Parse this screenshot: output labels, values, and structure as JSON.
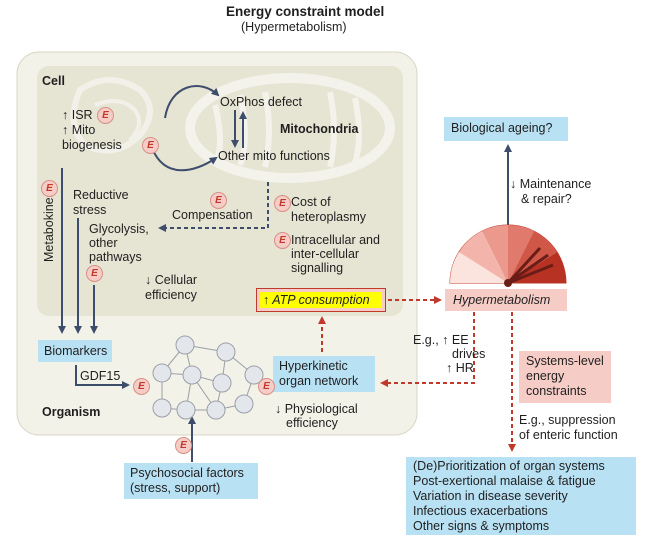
{
  "header": {
    "title": "Energy constraint model",
    "subtitle": "(Hypermetabolism)"
  },
  "badge_letter": "E",
  "cell": {
    "label": "Cell",
    "isr": "↑ ISR",
    "mito_biogenesis_1": "↑ Mito",
    "mito_biogenesis_2": "biogenesis",
    "oxphos": "OxPhos defect",
    "mitochondria": "Mitochondria",
    "other_mito": "Other mito functions",
    "metabokines": "Metabokines",
    "reductive_1": "Reductive",
    "reductive_2": "stress",
    "glycolysis_1": "Glycolysis,",
    "glycolysis_2": "other",
    "glycolysis_3": "pathways",
    "compensation": "Compensation",
    "cost_1": "Cost of",
    "cost_2": "heteroplasmy",
    "signalling_1": "Intracellular and",
    "signalling_2": "inter-cellular",
    "signalling_3": "signalling",
    "cellular_eff_1": "↓ Cellular",
    "cellular_eff_2": "efficiency",
    "atp": "↑ ATP consumption"
  },
  "organism": {
    "label": "Organism",
    "biomarkers": "Biomarkers",
    "gdf15": "GDF15",
    "hyperkinetic_1": "Hyperkinetic",
    "hyperkinetic_2": "organ network",
    "physio_1": "↓ Physiological",
    "physio_2": "efficiency",
    "psychosocial_1": "Psychosocial factors",
    "psychosocial_2": "(stress, support)"
  },
  "right": {
    "biological_ageing": "Biological ageing?",
    "maintenance_1": "↓ Maintenance",
    "maintenance_2": "& repair?",
    "hypermetabolism": "Hypermetabolism",
    "ee_1": "E.g., ↑ EE",
    "ee_2": "drives",
    "ee_3": "↑ HR",
    "systems_1": "Systems-level",
    "systems_2": "energy",
    "systems_3": "constraints",
    "suppression_1": "E.g., suppression",
    "suppression_2": "of enteric function",
    "outcomes": [
      "(De)Prioritization of organ systems",
      "Post-exertional malaise & fatigue",
      "Variation in disease severity",
      "Infectious exacerbations",
      "Other signs & symptoms"
    ]
  },
  "colors": {
    "organism_bg": "#f3f2e8",
    "cell_bg": "#e6e4d3",
    "arrow": "#3d4d6b",
    "dashed_arrow": "#c0392b",
    "blue_box": "#b9e1f4",
    "pink_box": "#f6cdc6",
    "atp_highlight": "#ffff00"
  }
}
